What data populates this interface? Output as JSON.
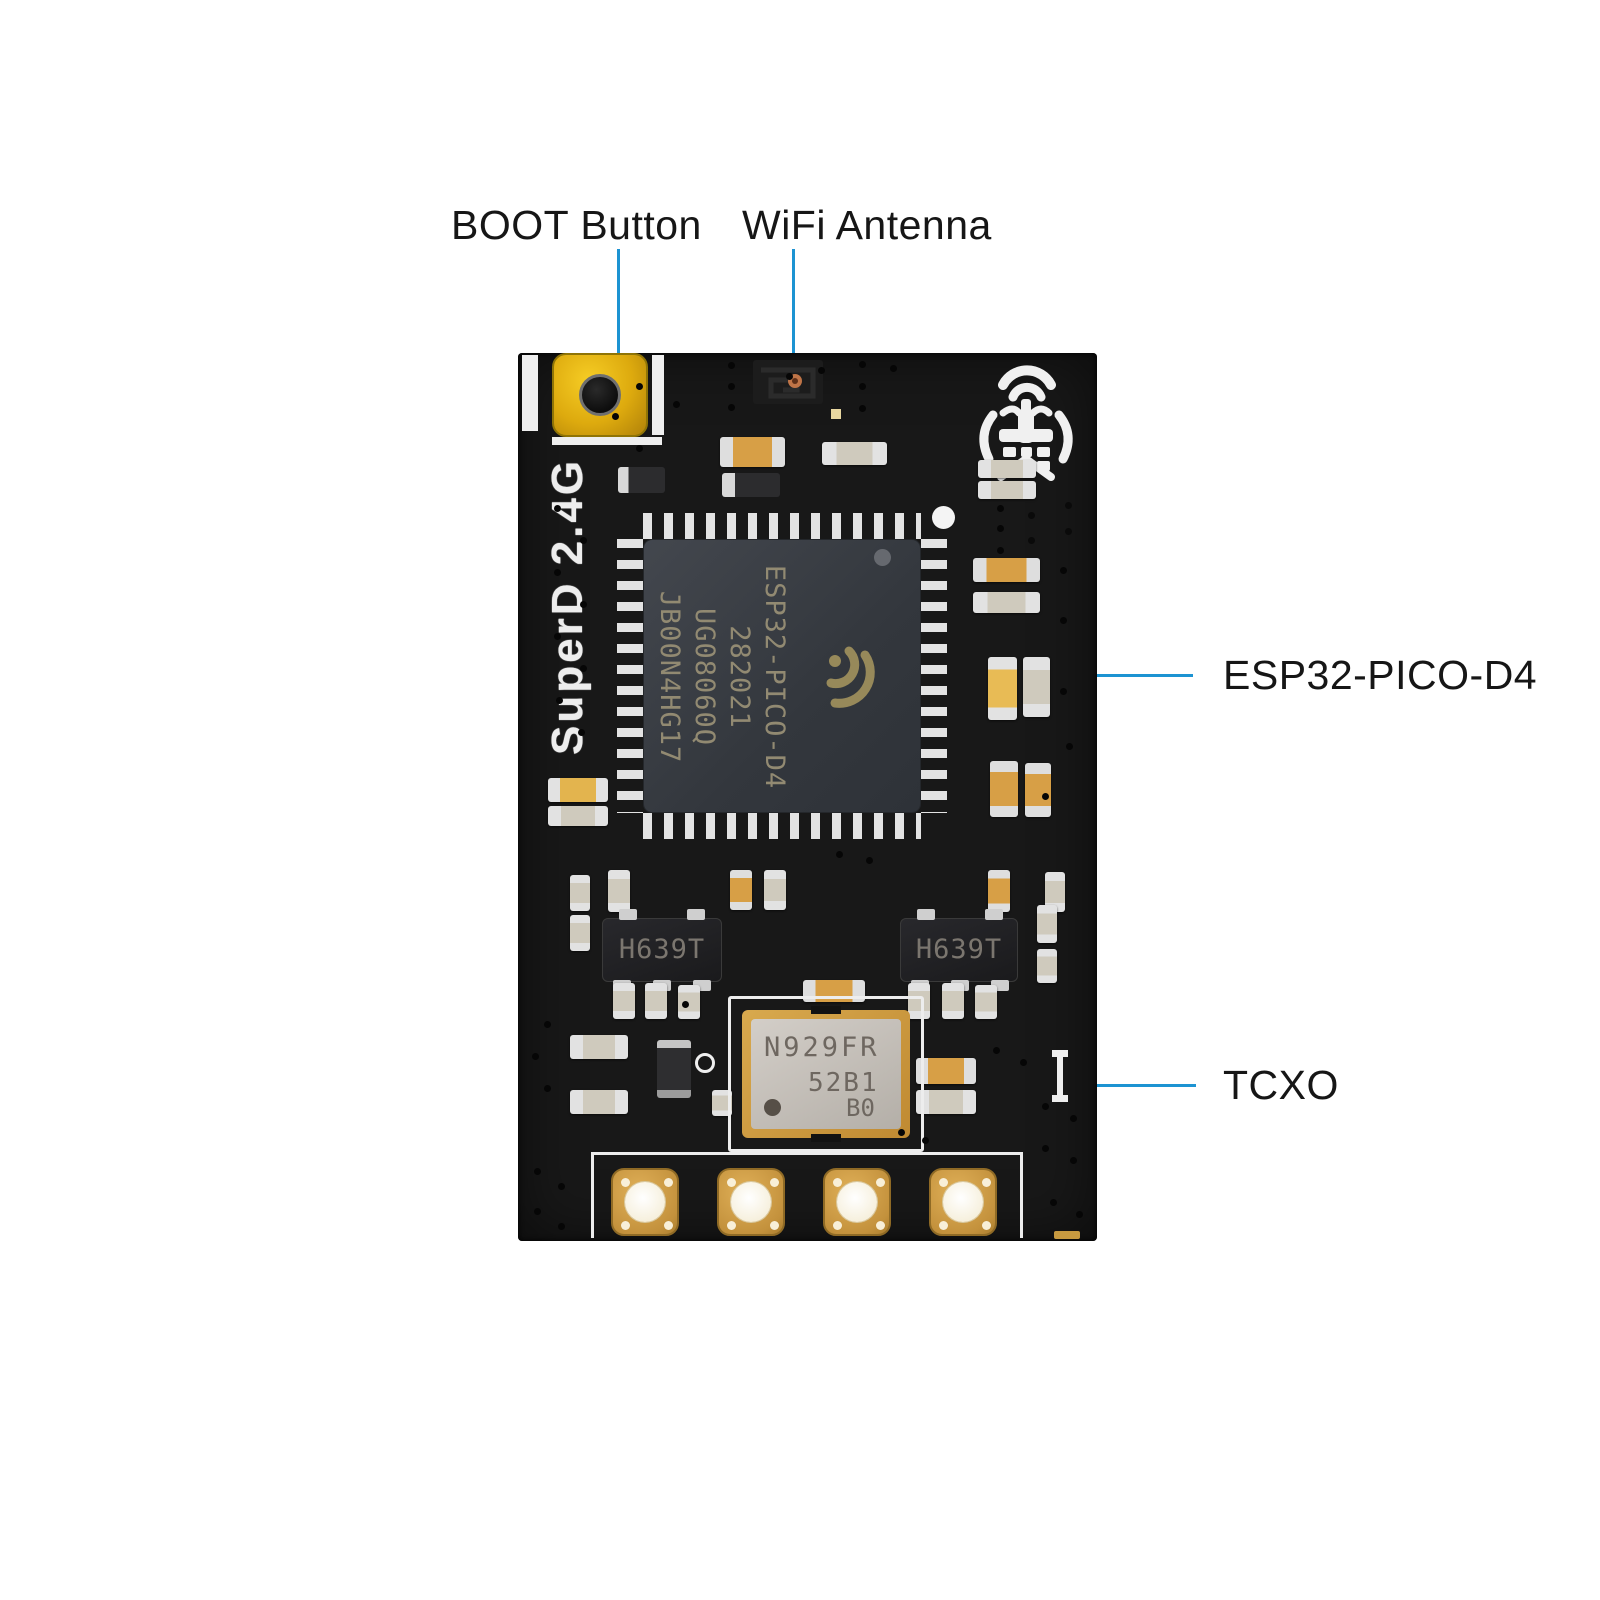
{
  "annotations": {
    "boot": "BOOT Button",
    "wifi": "WiFi Antenna",
    "esp32": "ESP32-PICO-D4",
    "tcxo": "TCXO"
  },
  "board": {
    "silkscreen": "SuperD 2.4G",
    "main_chip": {
      "line1": "ESP32-PICO-D4",
      "line2": "282021",
      "line3": "UG08060Q",
      "line4": "JB00N4HG17"
    },
    "regulator_left": "H639T",
    "regulator_right": "H639T",
    "tcxo_chip": {
      "line1": "N929FR",
      "line2": "52B1",
      "line3": "B0"
    }
  },
  "colors": {
    "leader_line": "#1d93d2",
    "board": "#181818",
    "boot_button": "#e6b912",
    "gold_pad": "#d0a04a",
    "silkscreen": "#efefef",
    "background": "#ffffff"
  }
}
